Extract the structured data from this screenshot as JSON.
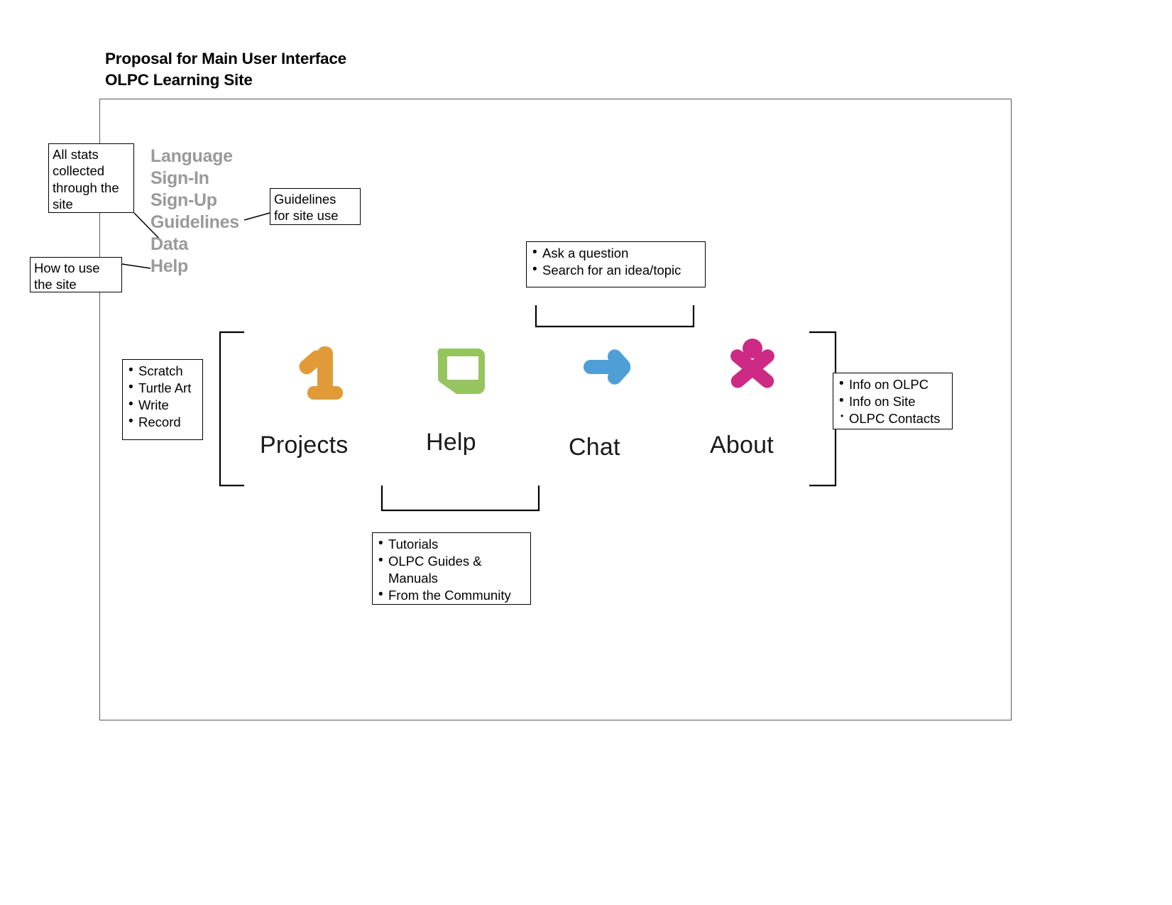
{
  "title": {
    "line1": "Proposal for Main User Interface",
    "line2": "OLPC Learning Site"
  },
  "sidebar": {
    "items": [
      {
        "label": "Language"
      },
      {
        "label": "Sign-In"
      },
      {
        "label": "Sign-Up"
      },
      {
        "label": "Guidelines"
      },
      {
        "label": "Data"
      },
      {
        "label": "Help"
      }
    ]
  },
  "notes": {
    "stats": {
      "lines": [
        "All stats",
        "collected",
        "through the",
        "site"
      ]
    },
    "how_to_use": {
      "lines": [
        "How to use",
        "the site"
      ]
    },
    "guidelines": {
      "lines": [
        "Guidelines",
        "for site use"
      ]
    },
    "chat": {
      "items": [
        "Ask a question",
        "Search for an idea/topic"
      ]
    },
    "projects": {
      "items": [
        "Scratch",
        "Turtle Art",
        "Write",
        "Record"
      ]
    },
    "about": {
      "items": [
        "Info on OLPC",
        "Info on Site",
        "OLPC Contacts"
      ]
    },
    "help": {
      "items": [
        "Tutorials",
        "OLPC Guides & Manuals",
        "From the Community"
      ]
    }
  },
  "nav": {
    "projects": {
      "label": "Projects",
      "icon": "number-one-icon",
      "color": "#E09B38"
    },
    "help": {
      "label": "Help",
      "icon": "laptop-icon",
      "color": "#96C45E"
    },
    "chat": {
      "label": "Chat",
      "icon": "arrow-right-icon",
      "color": "#4F9FD6"
    },
    "about": {
      "label": "About",
      "icon": "xo-person-icon",
      "color": "#CC2A84"
    }
  },
  "colors": {
    "sidebar_text": "#9A9A9A",
    "frame_border": "#595959",
    "note_border": "#000000",
    "label_text": "#1A1A1A"
  }
}
